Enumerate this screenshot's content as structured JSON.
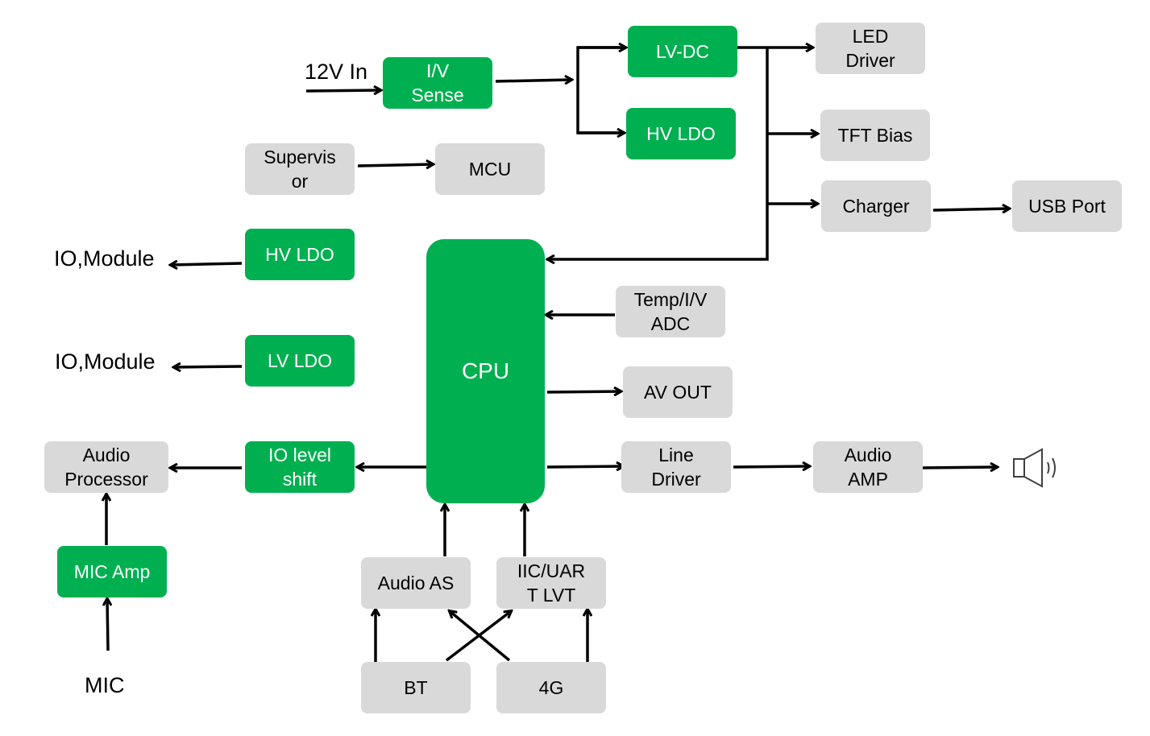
{
  "colors": {
    "green": "#00b050",
    "gray": "#d9d9d9",
    "line": "#000000"
  },
  "labels": {
    "in_12v": "12V In",
    "io_module_1": "IO,Module",
    "io_module_2": "IO,Module",
    "mic": "MIC"
  },
  "blocks": {
    "iv_sense": "I/V\nSense",
    "lv_dc": "LV-DC",
    "hv_ldo_top": "HV LDO",
    "led_driver": "LED\nDriver",
    "tft_bias": "TFT Bias",
    "charger": "Charger",
    "usb_port": "USB Port",
    "supervisor": "Supervis\nor",
    "mcu": "MCU",
    "hv_ldo_left": "HV LDO",
    "lv_ldo": "LV LDO",
    "cpu": "CPU",
    "temp_adc": "Temp/I/V\nADC",
    "av_out": "AV OUT",
    "line_driver": "Line\nDriver",
    "audio_amp": "Audio\nAMP",
    "io_level_shift": "IO level\nshift",
    "audio_processor": "Audio\nProcessor",
    "mic_amp": "MIC Amp",
    "audio_as": "Audio AS",
    "iic_uart": "IIC/UAR\nT LVT",
    "bt": "BT",
    "g4": "4G"
  },
  "icons": {
    "speaker": "speaker-icon"
  }
}
